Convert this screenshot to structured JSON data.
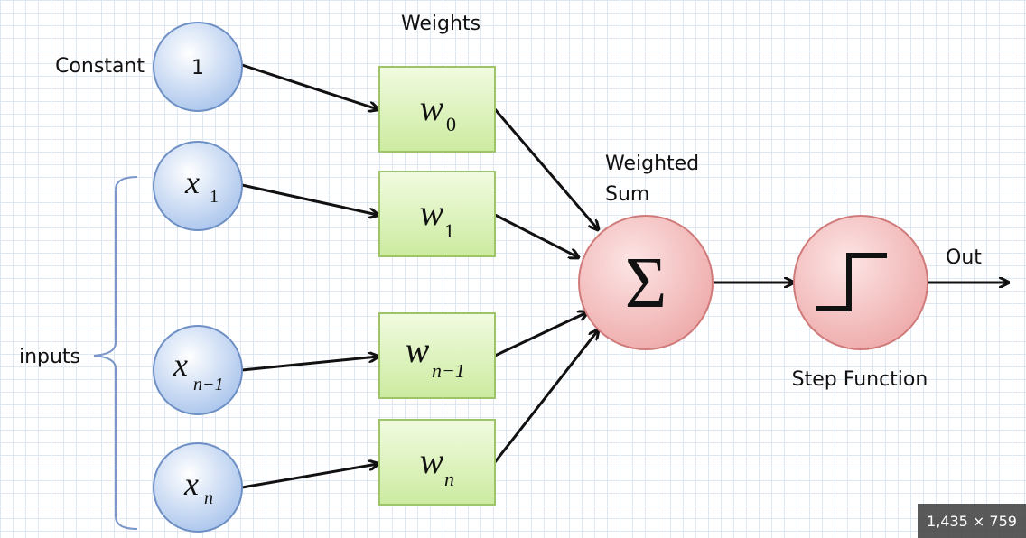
{
  "diagram": {
    "title": "Weights",
    "constant_label": "Constant",
    "inputs_label": "inputs",
    "weighted_sum_label": [
      "Weighted",
      "Sum"
    ],
    "step_function_label": "Step Function",
    "out_label": "Out",
    "input_nodes": [
      {
        "base": "1",
        "sub": ""
      },
      {
        "base": "x",
        "sub": "1"
      },
      {
        "base": "x",
        "sub": "n−1"
      },
      {
        "base": "x",
        "sub": "n"
      }
    ],
    "weight_nodes": [
      {
        "base": "w",
        "sub": "0"
      },
      {
        "base": "w",
        "sub": "1"
      },
      {
        "base": "w",
        "sub": "n−1"
      },
      {
        "base": "w",
        "sub": "n"
      }
    ],
    "sum_symbol": "Σ",
    "colors": {
      "input_fill": "#c2d6f2",
      "input_stroke": "#6d8fc4",
      "weight_fill": "#dcf4b8",
      "weight_stroke": "#9ec46a",
      "sum_fill": "#f5c6c6",
      "sum_stroke": "#d07a7a",
      "grid": "#dfe7f3"
    }
  },
  "overlay": {
    "size_badge": "1,435 × 759"
  }
}
